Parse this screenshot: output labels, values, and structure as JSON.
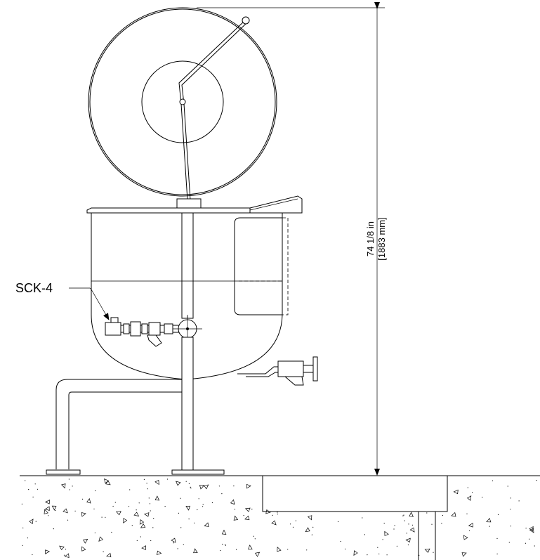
{
  "callout": {
    "label": "SCK-4"
  },
  "dimension": {
    "imperial": "74 1/8 in",
    "metric": "[1883 mm]"
  }
}
